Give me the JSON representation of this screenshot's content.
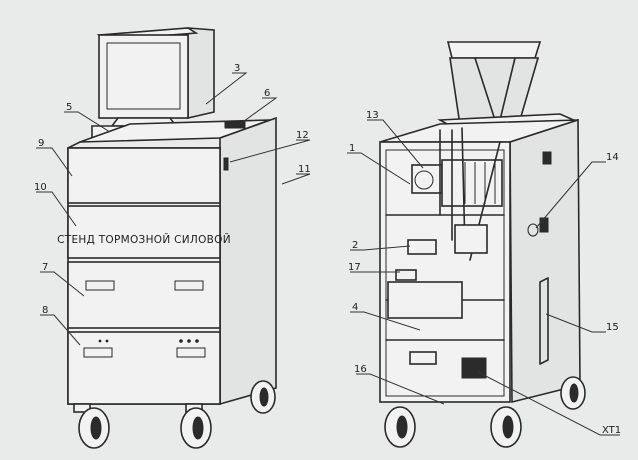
{
  "nameplate": "СТЕНД ТОРМОЗНОЙ СИЛОВОЙ",
  "callouts": {
    "c1": "1",
    "c2": "2",
    "c3": "3",
    "c4": "4",
    "c5": "5",
    "c6": "6",
    "c7": "7",
    "c8": "8",
    "c9": "9",
    "c10": "10",
    "c11": "11",
    "c12": "12",
    "c13": "13",
    "c14": "14",
    "c15": "15",
    "c16": "16",
    "c17": "17",
    "cxt1": "XT1"
  }
}
